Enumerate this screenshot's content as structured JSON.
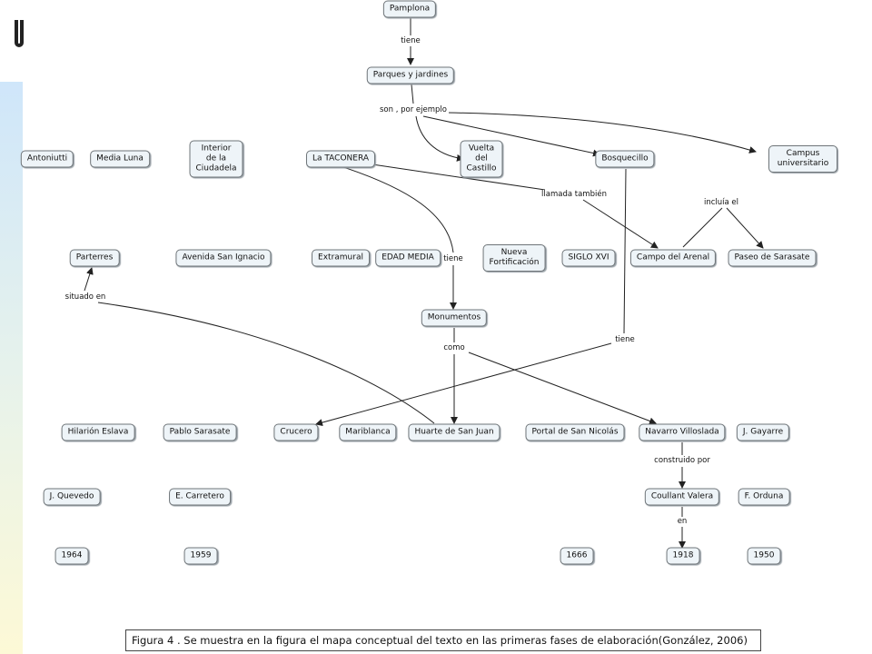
{
  "nodes": {
    "pamplona": "Pamplona",
    "parques": "Parques y jardines",
    "antoniutti": "Antoniutti",
    "media_luna": "Media Luna",
    "interior": "Interior\nde la\nCiudadela",
    "taconera": "La TACONERA",
    "vuelta": "Vuelta\ndel\nCastillo",
    "bosquecillo": "Bosquecillo",
    "campus": "Campus universitario",
    "parterres": "Parterres",
    "avenida": "Avenida San Ignacio",
    "extramural": "Extramural",
    "edad_media": "EDAD MEDIA",
    "nueva": "Nueva\nFortificación",
    "siglo": "SIGLO XVI",
    "campo": "Campo del Arenal",
    "paseo": "Paseo de Sarasate",
    "monumentos": "Monumentos",
    "hilarion": "Hilarión Eslava",
    "pablo": "Pablo Sarasate",
    "crucero": "Crucero",
    "mariblanca": "Mariblanca",
    "huarte": "Huarte de San Juan",
    "portal": "Portal de San Nicolás",
    "navarro": "Navarro Villoslada",
    "gayarre": "J. Gayarre",
    "quevedo": "J. Quevedo",
    "carretero": "E. Carretero",
    "coullant": "Coullant Valera",
    "orduna": "F. Orduna",
    "y1964": "1964",
    "y1959": "1959",
    "y1666": "1666",
    "y1918": "1918",
    "y1950": "1950"
  },
  "links": {
    "tiene_1": "tiene",
    "son": "son , por ejemplo",
    "llamada": "llamada también",
    "incluia": "incluía el",
    "tiene_2": "tiene",
    "situado": "situado en",
    "como": "como",
    "tiene_3": "tiene",
    "construido": "construido por",
    "en": "en"
  },
  "caption": "Figura 4 . Se muestra en la figura el mapa conceptual del texto en las primeras fases de elaboración(González, 2006)"
}
